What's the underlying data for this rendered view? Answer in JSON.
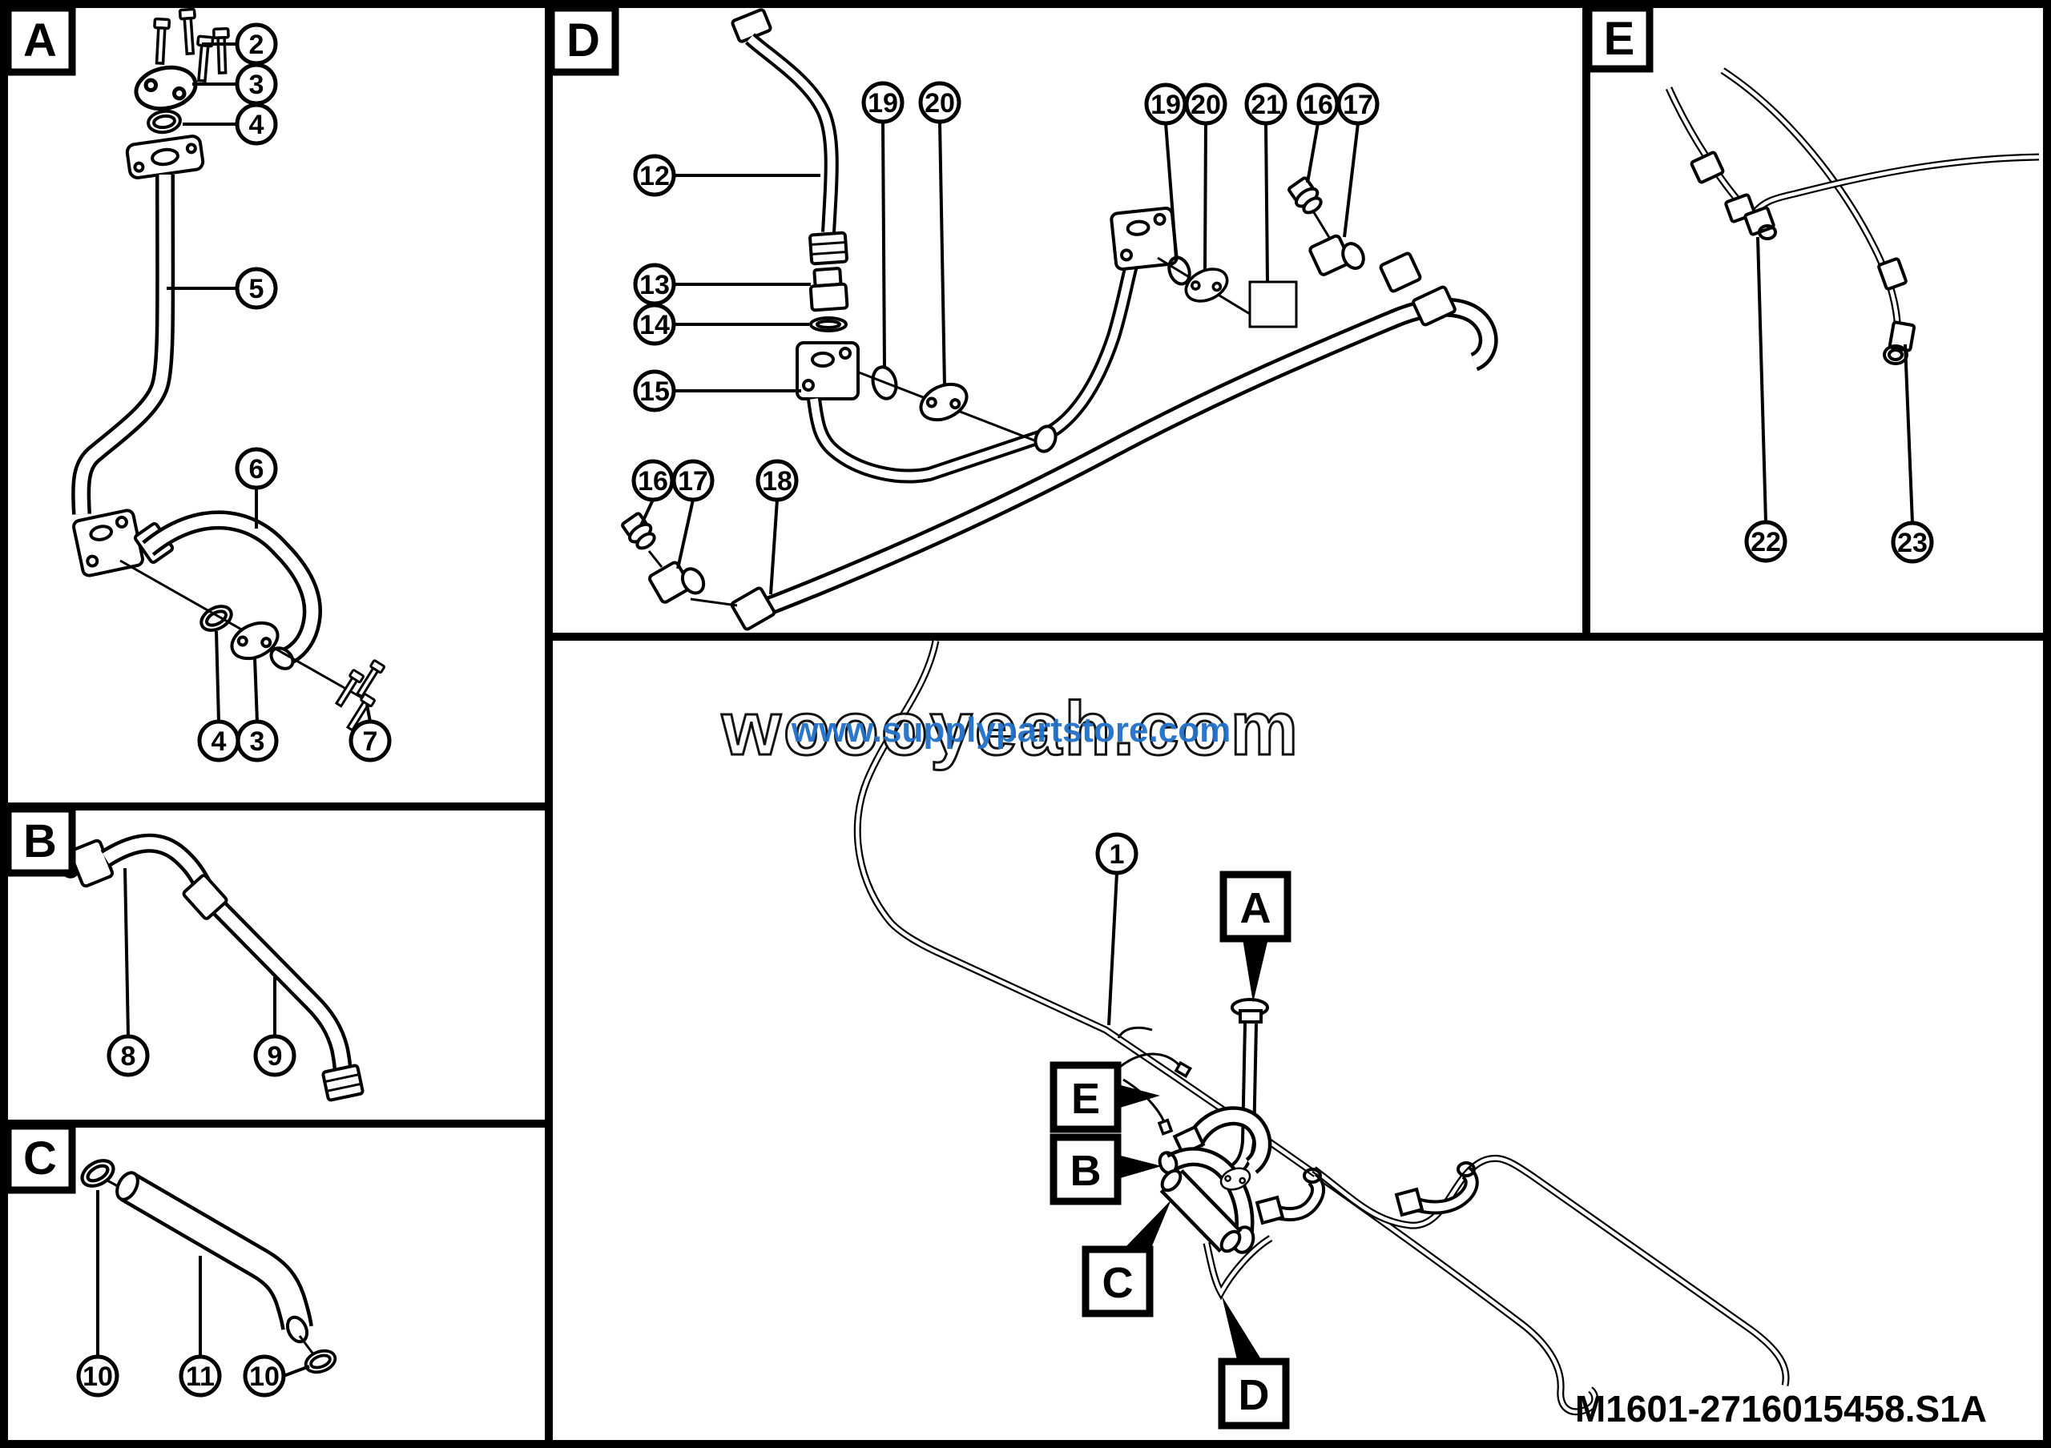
{
  "sections": {
    "A": "A",
    "B": "B",
    "C": "C",
    "D": "D",
    "E": "E"
  },
  "overview": {
    "A": "A",
    "B": "B",
    "C": "C",
    "D": "D",
    "E": "E",
    "item": "1"
  },
  "callouts": {
    "1": "1",
    "2": "2",
    "3": "3",
    "4": "4",
    "5": "5",
    "6": "6",
    "7": "7",
    "8": "8",
    "9": "9",
    "10": "10",
    "11": "11",
    "12": "12",
    "13": "13",
    "14": "14",
    "15": "15",
    "16": "16",
    "17": "17",
    "18": "18",
    "19": "19",
    "20": "20",
    "21": "21",
    "22": "22",
    "23": "23"
  },
  "watermark": {
    "outline": "woooyeah.com",
    "overlay": "www.supplypartstore.com",
    "overlay_color": "#2170c8"
  },
  "part_number": "M1601-2716015458.S1A"
}
